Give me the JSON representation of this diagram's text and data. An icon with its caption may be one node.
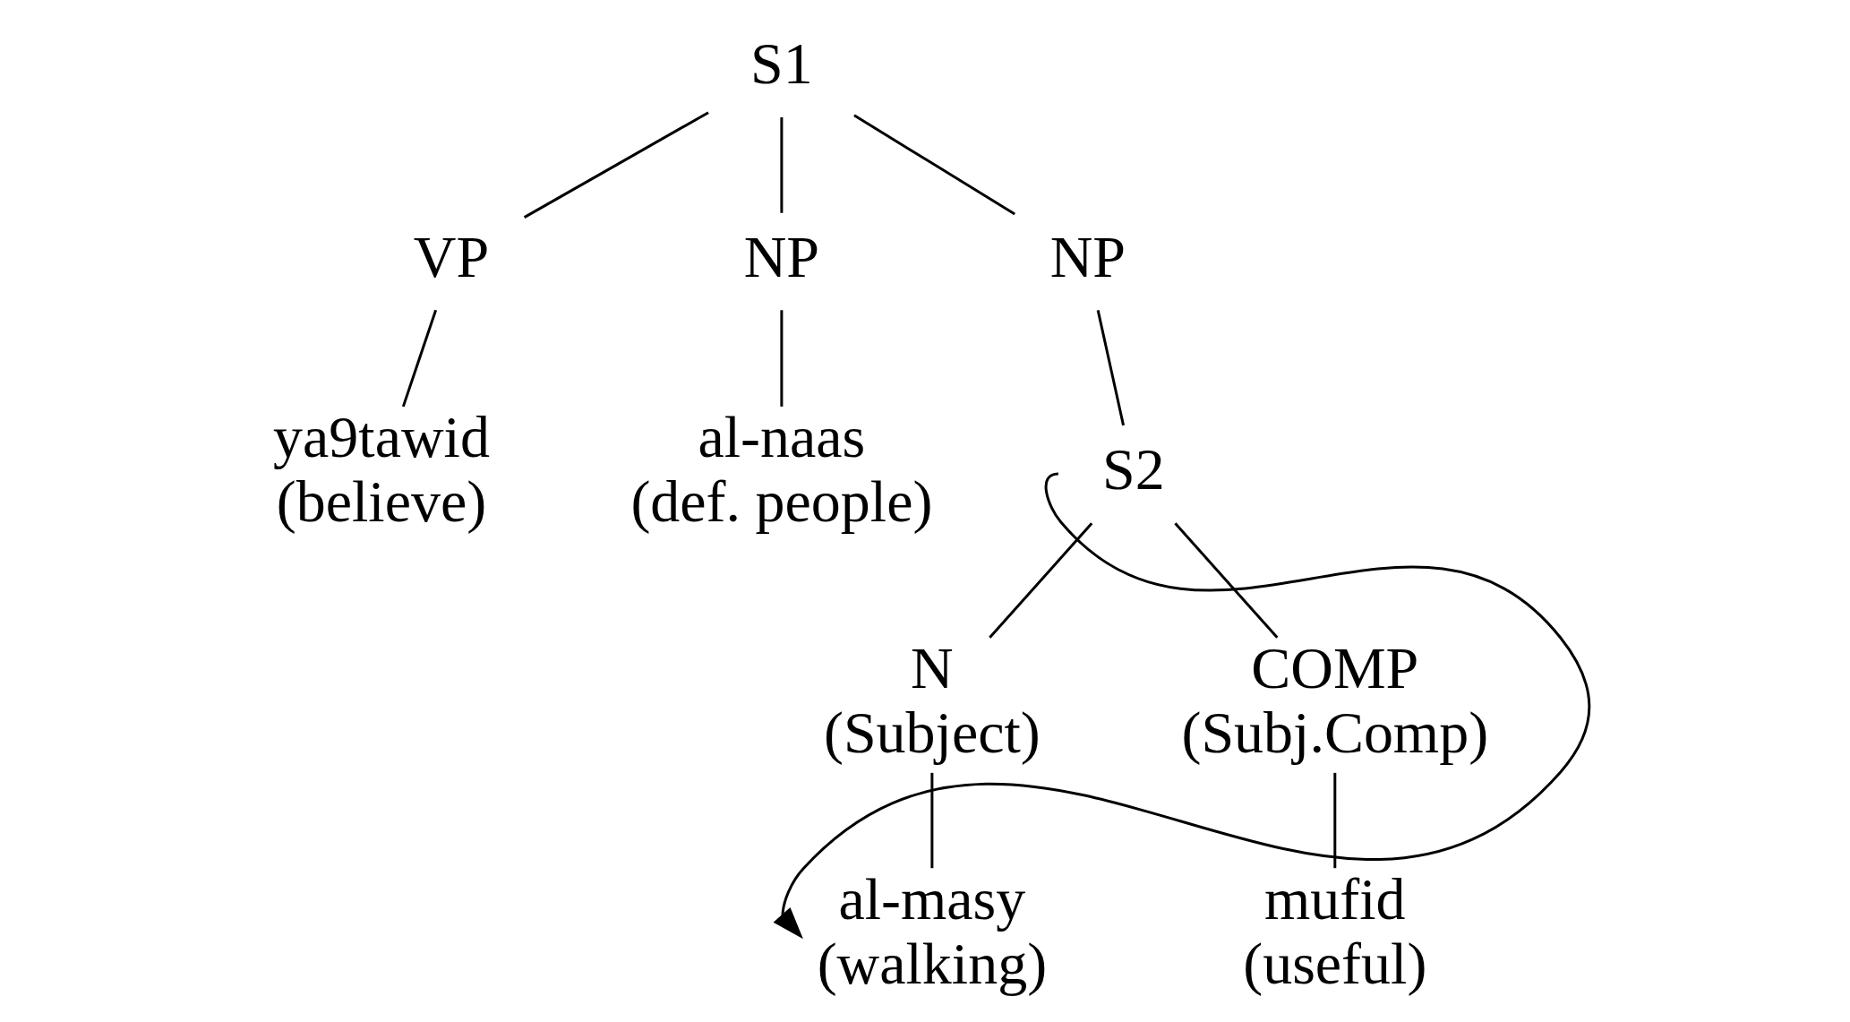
{
  "diagram": {
    "nodes": [
      {
        "text": [
          "S1"
        ]
      },
      {
        "text": [
          "VP"
        ]
      },
      {
        "text": [
          "NP"
        ]
      },
      {
        "text": [
          "NP"
        ]
      },
      {
        "text": [
          "ya9tawid",
          "(believe)"
        ]
      },
      {
        "text": [
          "al-naas",
          "(def. people)"
        ]
      },
      {
        "text": [
          "S2"
        ]
      },
      {
        "text": [
          "N",
          "(Subject)"
        ]
      },
      {
        "text": [
          "COMP",
          "(Subj.Comp)"
        ]
      },
      {
        "text": [
          "al-masy",
          "(walking)"
        ]
      },
      {
        "text": [
          "mufid",
          "(useful)"
        ]
      }
    ],
    "edges": [
      {
        "from": 0,
        "to": 1,
        "arrow": "none"
      },
      {
        "from": 0,
        "to": 2,
        "arrow": "none"
      },
      {
        "from": 0,
        "to": 3,
        "arrow": "none"
      },
      {
        "from": 1,
        "to": 4,
        "arrow": "none"
      },
      {
        "from": 2,
        "to": 5,
        "arrow": "none"
      },
      {
        "from": 3,
        "to": 6,
        "arrow": "none"
      },
      {
        "from": 6,
        "to": 7,
        "arrow": "none"
      },
      {
        "from": 6,
        "to": 8,
        "arrow": "none"
      },
      {
        "from": 7,
        "to": 9,
        "arrow": "none"
      },
      {
        "from": 8,
        "to": 10,
        "arrow": "none"
      },
      {
        "from": 6,
        "to": 9,
        "arrow": "to"
      }
    ]
  }
}
